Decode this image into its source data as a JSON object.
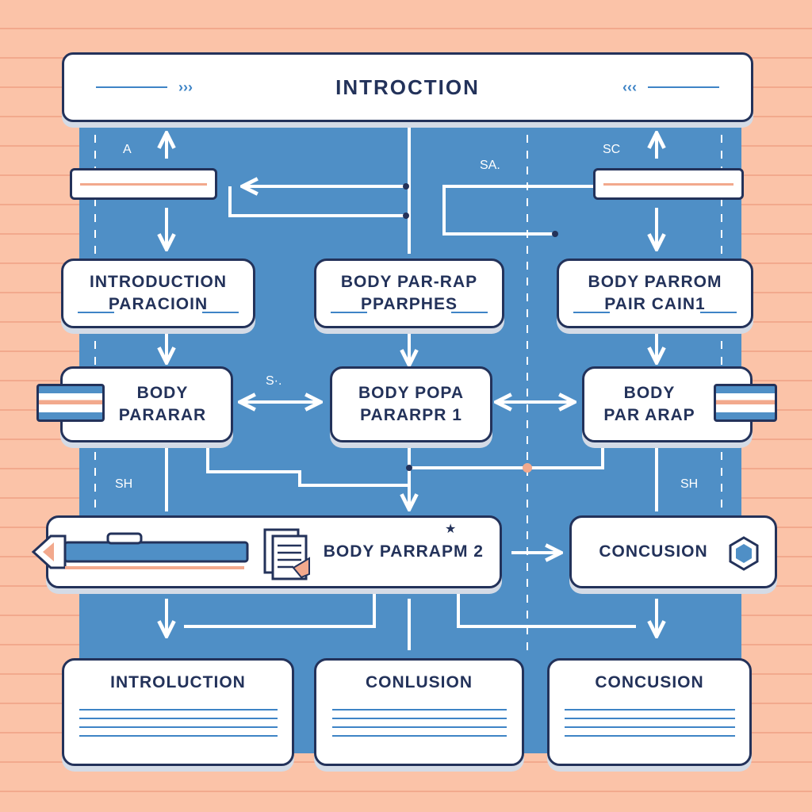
{
  "header": {
    "title": "INTROCTION",
    "left_chevrons": "›››",
    "right_chevrons": "‹‹‹"
  },
  "small_labels": {
    "a": "A",
    "sa": "SA.",
    "sc": "SC",
    "s": "S·.",
    "sh_left": "SH",
    "sh_right": "SH"
  },
  "row1": {
    "left": {
      "line1": "INTRODUCTION",
      "line2": "PARACIOIN"
    },
    "center": {
      "line1": "BODY PAR-RAP",
      "line2": "PPARPHES"
    },
    "right": {
      "line1": "BODY PARROM",
      "line2": "PAIR CAIN1"
    }
  },
  "row2": {
    "left": {
      "line1": "BODY",
      "line2": "PARARAR"
    },
    "center": {
      "line1": "BODY POPA",
      "line2": "PARARPR 1"
    },
    "right": {
      "line1": "BODY",
      "line2": "PAR ARAP"
    }
  },
  "row3": {
    "main": "BODY PARRAPM 2",
    "star": "★",
    "conclusion": "CONCUSION"
  },
  "row4": {
    "left": "INTROLUCTION",
    "center": "CONLUSION",
    "right": "CONCUSION"
  },
  "colors": {
    "board": "#4f8fc6",
    "background": "#fbc3a8",
    "border": "#23325a",
    "accent": "#3e84c6"
  }
}
